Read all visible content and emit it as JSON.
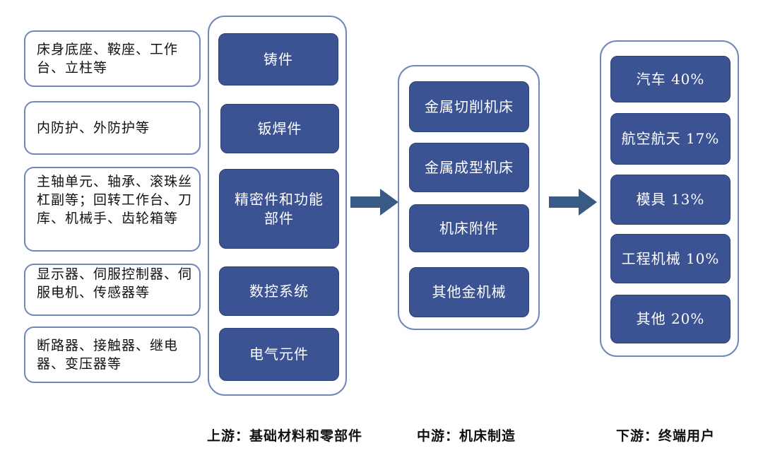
{
  "upstream": {
    "descriptions": [
      "床身底座、鞍座、工作台、立柱等",
      "内防护、外防护等",
      "主轴单元、轴承、滚珠丝杠副等；回转工作台、刀库、机械手、齿轮箱等",
      "显示器、伺服控制器、伺服电机、传感器等",
      "断路器、接触器、继电器、变压器等"
    ],
    "components": [
      "铸件",
      "钣焊件",
      "精密件和功能部件",
      "数控系统",
      "电气元件"
    ]
  },
  "midstream": {
    "items": [
      "金属切削机床",
      "金属成型机床",
      "机床附件",
      "其他金机械"
    ]
  },
  "downstream": {
    "items": [
      "汽车 40%",
      "航空航天 17%",
      "模具 13%",
      "工程机械 10%",
      "其他 20%"
    ]
  },
  "footer": {
    "upstream_label": "上游：基础材料和零部件",
    "midstream_label": "中游：机床制造",
    "downstream_label": "下游：终端用户"
  },
  "colors": {
    "box_fill": "#3b5293",
    "border": "#6f88b8",
    "arrow": "#3a5a86"
  }
}
